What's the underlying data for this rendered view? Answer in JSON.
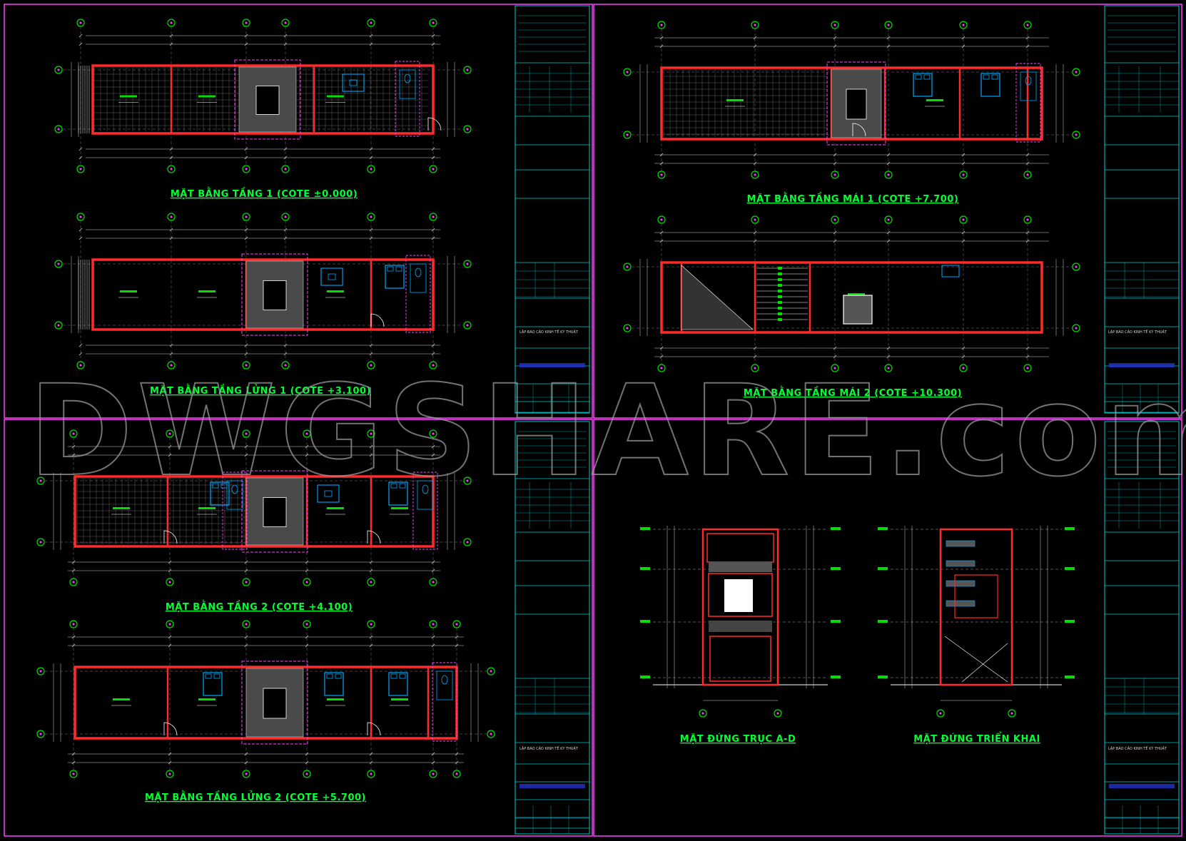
{
  "watermark": "DWGSHARE.com",
  "sheets": [
    {
      "id": "sheet-1",
      "drawings": [
        {
          "id": "plan-ground-floor",
          "title": "MẶT BẰNG TẦNG 1 (COTE ±0.000)"
        },
        {
          "id": "plan-mezzanine-1",
          "title": "MẶT BẰNG TẦNG LỬNG 1 (COTE +3.100)"
        }
      ],
      "title_block": {
        "project": "LẬP BÁO CÁO KINH TẾ KỸ THUẬT"
      }
    },
    {
      "id": "sheet-2",
      "drawings": [
        {
          "id": "plan-roof-1",
          "title": "MẶT BẰNG TẦNG MÁI 1 (COTE +7.700)"
        },
        {
          "id": "plan-roof-2",
          "title": "MẶT BẰNG TẦNG MÁI 2 (COTE +10.300)"
        }
      ],
      "title_block": {
        "project": "LẬP BÁO CÁO KINH TẾ KỸ THUẬT"
      }
    },
    {
      "id": "sheet-3",
      "drawings": [
        {
          "id": "plan-floor-2",
          "title": "MẶT BẰNG TẦNG 2 (COTE +4.100)"
        },
        {
          "id": "plan-mezzanine-2",
          "title": "MẶT BẰNG TẦNG LỬNG 2 (COTE +5.700)"
        }
      ],
      "title_block": {
        "project": "LẬP BÁO CÁO KINH TẾ KỸ THUẬT"
      }
    },
    {
      "id": "sheet-4",
      "drawings": [
        {
          "id": "elevation-a-d",
          "title": "MẶT ĐỨNG TRỤC A-D"
        },
        {
          "id": "elevation-section",
          "title": "MẶT ĐỨNG TRIỂN KHAI"
        }
      ],
      "title_block": {
        "project": "LẬP BÁO CÁO KINH TẾ KỸ THUẬT"
      }
    }
  ],
  "colors": {
    "background": "#000000",
    "wall": "#ff2a2a",
    "dimension": "#d0d0d0",
    "grid_bubble": "#00e000",
    "title": "#00ff33",
    "title_block": "#00c8d0",
    "furniture": "#00a8ff",
    "highlight": "#ff40ff",
    "watermark": "#9a9a9a"
  }
}
